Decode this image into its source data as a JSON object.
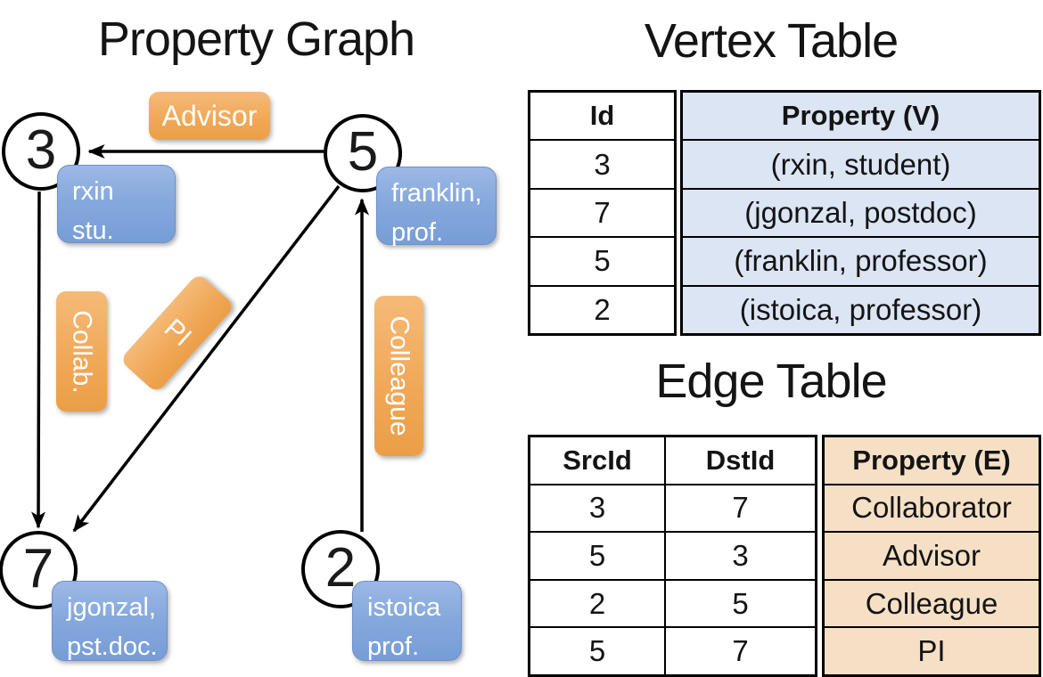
{
  "graph": {
    "title": "Property Graph",
    "nodes": [
      {
        "id": "3",
        "lines": [
          "rxin",
          "stu."
        ]
      },
      {
        "id": "5",
        "lines": [
          "franklin,",
          "prof."
        ]
      },
      {
        "id": "7",
        "lines": [
          "jgonzal,",
          "pst.doc."
        ]
      },
      {
        "id": "2",
        "lines": [
          "istoica",
          "prof."
        ]
      }
    ],
    "edge_labels": {
      "advisor": "Advisor",
      "collab": "Collab.",
      "pi": "PI",
      "colleague": "Colleague"
    }
  },
  "vertex_table": {
    "title": "Vertex Table",
    "columns": {
      "id": "Id",
      "property": "Property (V)"
    },
    "rows": [
      {
        "id": "3",
        "property": "(rxin, student)"
      },
      {
        "id": "7",
        "property": "(jgonzal, postdoc)"
      },
      {
        "id": "5",
        "property": "(franklin, professor)"
      },
      {
        "id": "2",
        "property": "(istoica, professor)"
      }
    ]
  },
  "edge_table": {
    "title": "Edge Table",
    "columns": {
      "src": "SrcId",
      "dst": "DstId",
      "property": "Property (E)"
    },
    "rows": [
      {
        "src": "3",
        "dst": "7",
        "property": "Collaborator"
      },
      {
        "src": "5",
        "dst": "3",
        "property": "Advisor"
      },
      {
        "src": "2",
        "dst": "5",
        "property": "Colleague"
      },
      {
        "src": "5",
        "dst": "7",
        "property": "PI"
      }
    ]
  },
  "colors": {
    "vertex_label_fill_top": "#9cb8e6",
    "vertex_label_fill_bottom": "#779dd6",
    "edge_label_fill_top": "#f5ba78",
    "edge_label_fill_bottom": "#eb9e46",
    "vertex_table_fill": "#dbe5f4",
    "edge_table_fill": "#f6e0c5",
    "line_color": "#000000",
    "node_fill": "#ffffff"
  }
}
